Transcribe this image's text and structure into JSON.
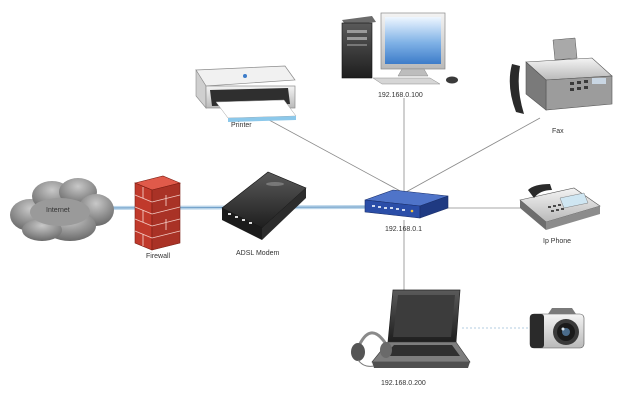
{
  "nodes": {
    "internet": {
      "label": "Internet"
    },
    "firewall": {
      "label": "Firewall"
    },
    "modem": {
      "label": "ADSL Modem"
    },
    "router": {
      "label": "192.168.0.1"
    },
    "desktop": {
      "label": "192.168.0.100"
    },
    "printer": {
      "label": "Printer"
    },
    "fax": {
      "label": "Fax"
    },
    "ipphone": {
      "label": "Ip Phone"
    },
    "laptop": {
      "label": "192.168.0.200"
    }
  },
  "icons": {
    "internet": "cloud-icon",
    "firewall": "brick-wall-icon",
    "modem": "modem-icon",
    "router": "router-icon",
    "desktop": "desktop-computer-icon",
    "printer": "printer-icon",
    "fax": "fax-machine-icon",
    "ipphone": "ip-phone-icon",
    "laptop": "laptop-icon",
    "headset": "headset-icon",
    "camera": "camera-icon"
  },
  "colors": {
    "link_line": "#8a8a8a",
    "wan_line": "#bcd6ea",
    "firewall_brick": "#c0392b",
    "router_body": "#2b4ea8",
    "cloud": "#8f8f8f"
  }
}
